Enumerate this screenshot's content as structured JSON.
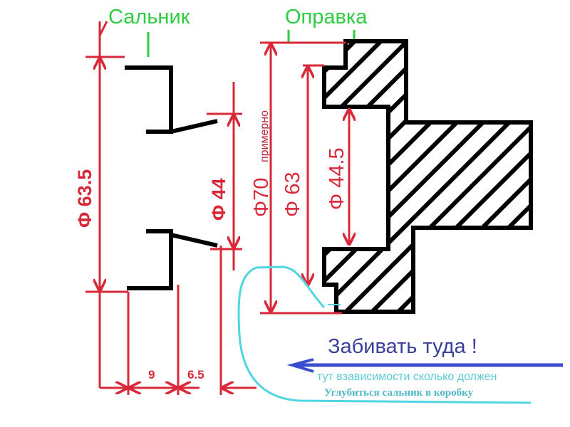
{
  "labels": {
    "seal": "Сальник",
    "mandrel": "Оправка"
  },
  "dimensions": {
    "d63_5": "Φ 63.5",
    "d44": "Φ 44",
    "d70": "Φ70",
    "d70_note": "примерно",
    "d63": "Φ 63",
    "d44_5": "Φ 44.5",
    "w9": "9",
    "w6_5": "6.5"
  },
  "notes": {
    "drive_there": "Забивать туда !",
    "depends": "тут взависимости сколько должен",
    "depth": "Углубиться сальник в коробку"
  },
  "colors": {
    "dimension": "#d8283a",
    "label_green": "#2ecc40",
    "blue": "#3a3f9a",
    "cyan": "#4fc9d6"
  }
}
